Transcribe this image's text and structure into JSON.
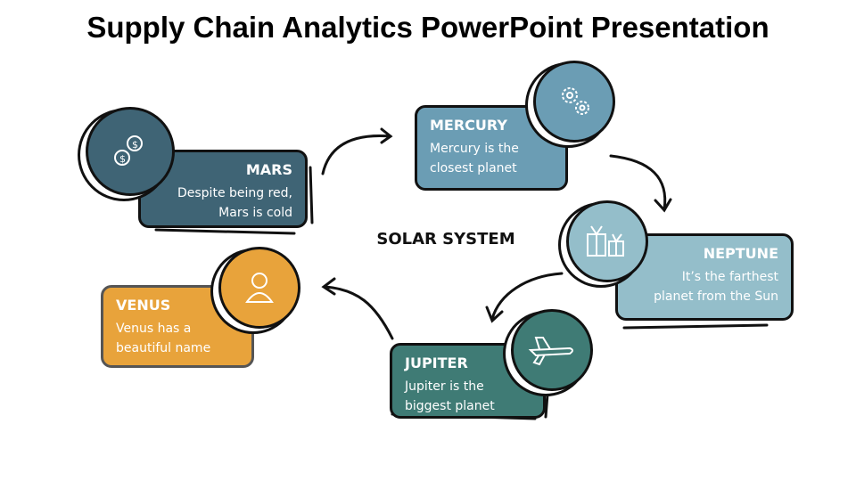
{
  "title": "Supply Chain Analytics PowerPoint Presentation",
  "center_label": "SOLAR SYSTEM",
  "items": [
    {
      "name": "MARS",
      "text": "Despite being red, Mars is cold",
      "icon": "coins-icon",
      "color": "#3F6475"
    },
    {
      "name": "MERCURY",
      "text": "Mercury is the closest planet",
      "icon": "gears-icon",
      "color": "#6B9DB4"
    },
    {
      "name": "NEPTUNE",
      "text": "It’s the farthest planet from the Sun",
      "icon": "gifts-icon",
      "color": "#94BECA"
    },
    {
      "name": "JUPITER",
      "text": "Jupiter is the biggest planet",
      "icon": "airplane-icon",
      "color": "#3F7B75"
    },
    {
      "name": "VENUS",
      "text": "Venus has a beautiful name",
      "icon": "person-icon",
      "color": "#E8A33B"
    }
  ]
}
